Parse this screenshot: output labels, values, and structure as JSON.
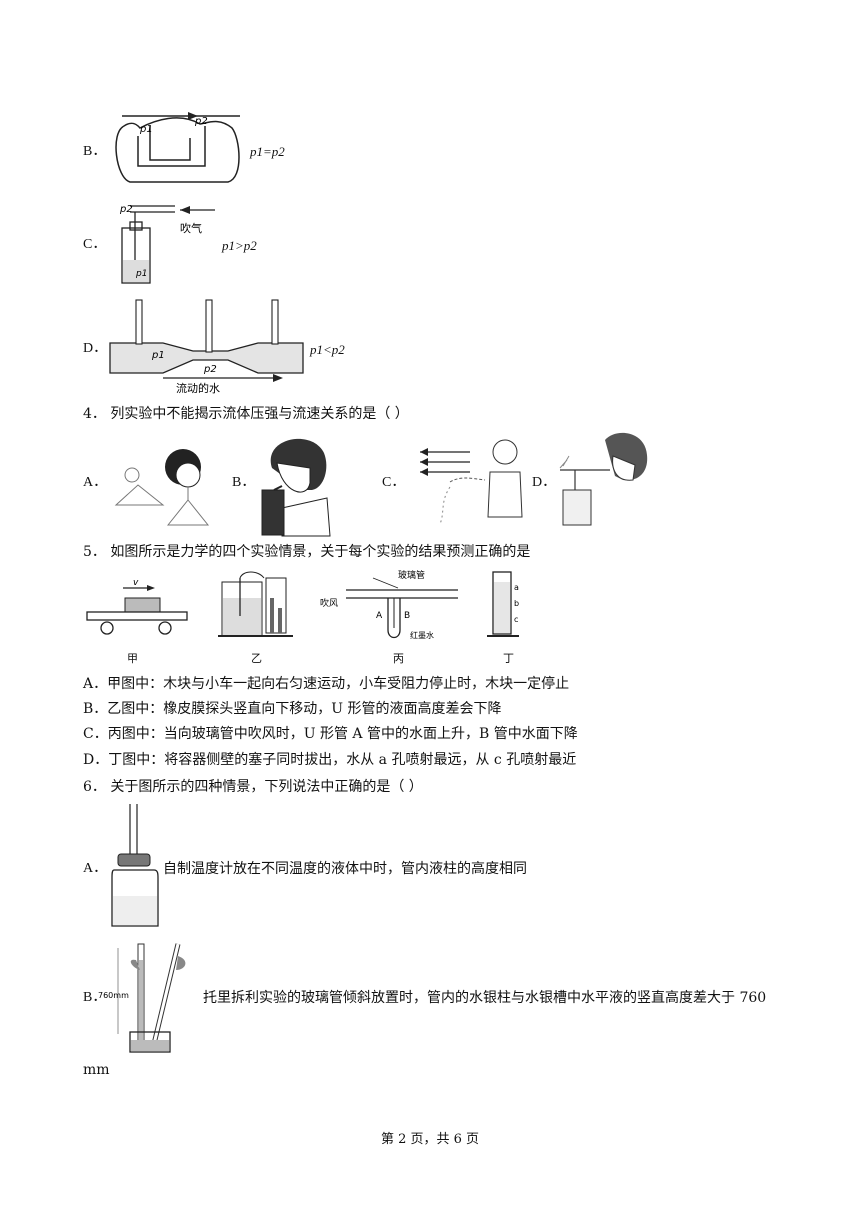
{
  "q3_options": {
    "B": {
      "letter": "B．",
      "formula": "p1=p2",
      "p1": "p1",
      "p2": "p2"
    },
    "C": {
      "letter": "C．",
      "formula": "p1>p2",
      "p1": "p1",
      "p2": "p2",
      "label": "吹气"
    },
    "D": {
      "letter": "D．",
      "formula": "p1<p2",
      "p1": "p1",
      "p2": "p2",
      "label": "流动的水"
    }
  },
  "q4": {
    "stem": "4．  列实验中不能揭示流体压强与流速关系的是（        ）",
    "options": [
      "A．",
      "B．",
      "C．",
      "D．"
    ]
  },
  "q5": {
    "stem": "5．  如图所示是力学的四个实验情景，关于每个实验的结果预测正确的是",
    "figure_labels": [
      "甲",
      "乙",
      "丙",
      "丁"
    ],
    "fig_texts": {
      "v": "v",
      "tube": "玻璃管",
      "blow": "吹风",
      "A": "A",
      "B": "B",
      "red_water": "红墨水",
      "a": "a",
      "b": "b",
      "c": "c"
    },
    "options": [
      "A．甲图中：木块与小车一起向右匀速运动，小车受阻力停止时，木块一定停止",
      "B．乙图中：橡皮膜探头竖直向下移动，U 形管的液面高度差会下降",
      "C．丙图中：当向玻璃管中吹风时，U 形管 A 管中的水面上升，B 管中水面下降",
      "D．丁图中：将容器侧壁的塞子同时拔出，水从 a 孔喷射最远，从 c 孔喷射最近"
    ]
  },
  "q6": {
    "stem": "6．  关于图所示的四种情景，下列说法中正确的是（        ）",
    "A_letter": "A．",
    "A_text": "自制温度计放在不同温度的液体中时，管内液柱的高度相同",
    "B_letter": "B．",
    "B_fig_label": "760mm",
    "B_text": "托里拆利实验的玻璃管倾斜放置时，管内的水银柱与水银槽中水平液的竖直高度差大于  760",
    "B_text_cont": "mm"
  },
  "footer": "第 2 页，共 6 页"
}
